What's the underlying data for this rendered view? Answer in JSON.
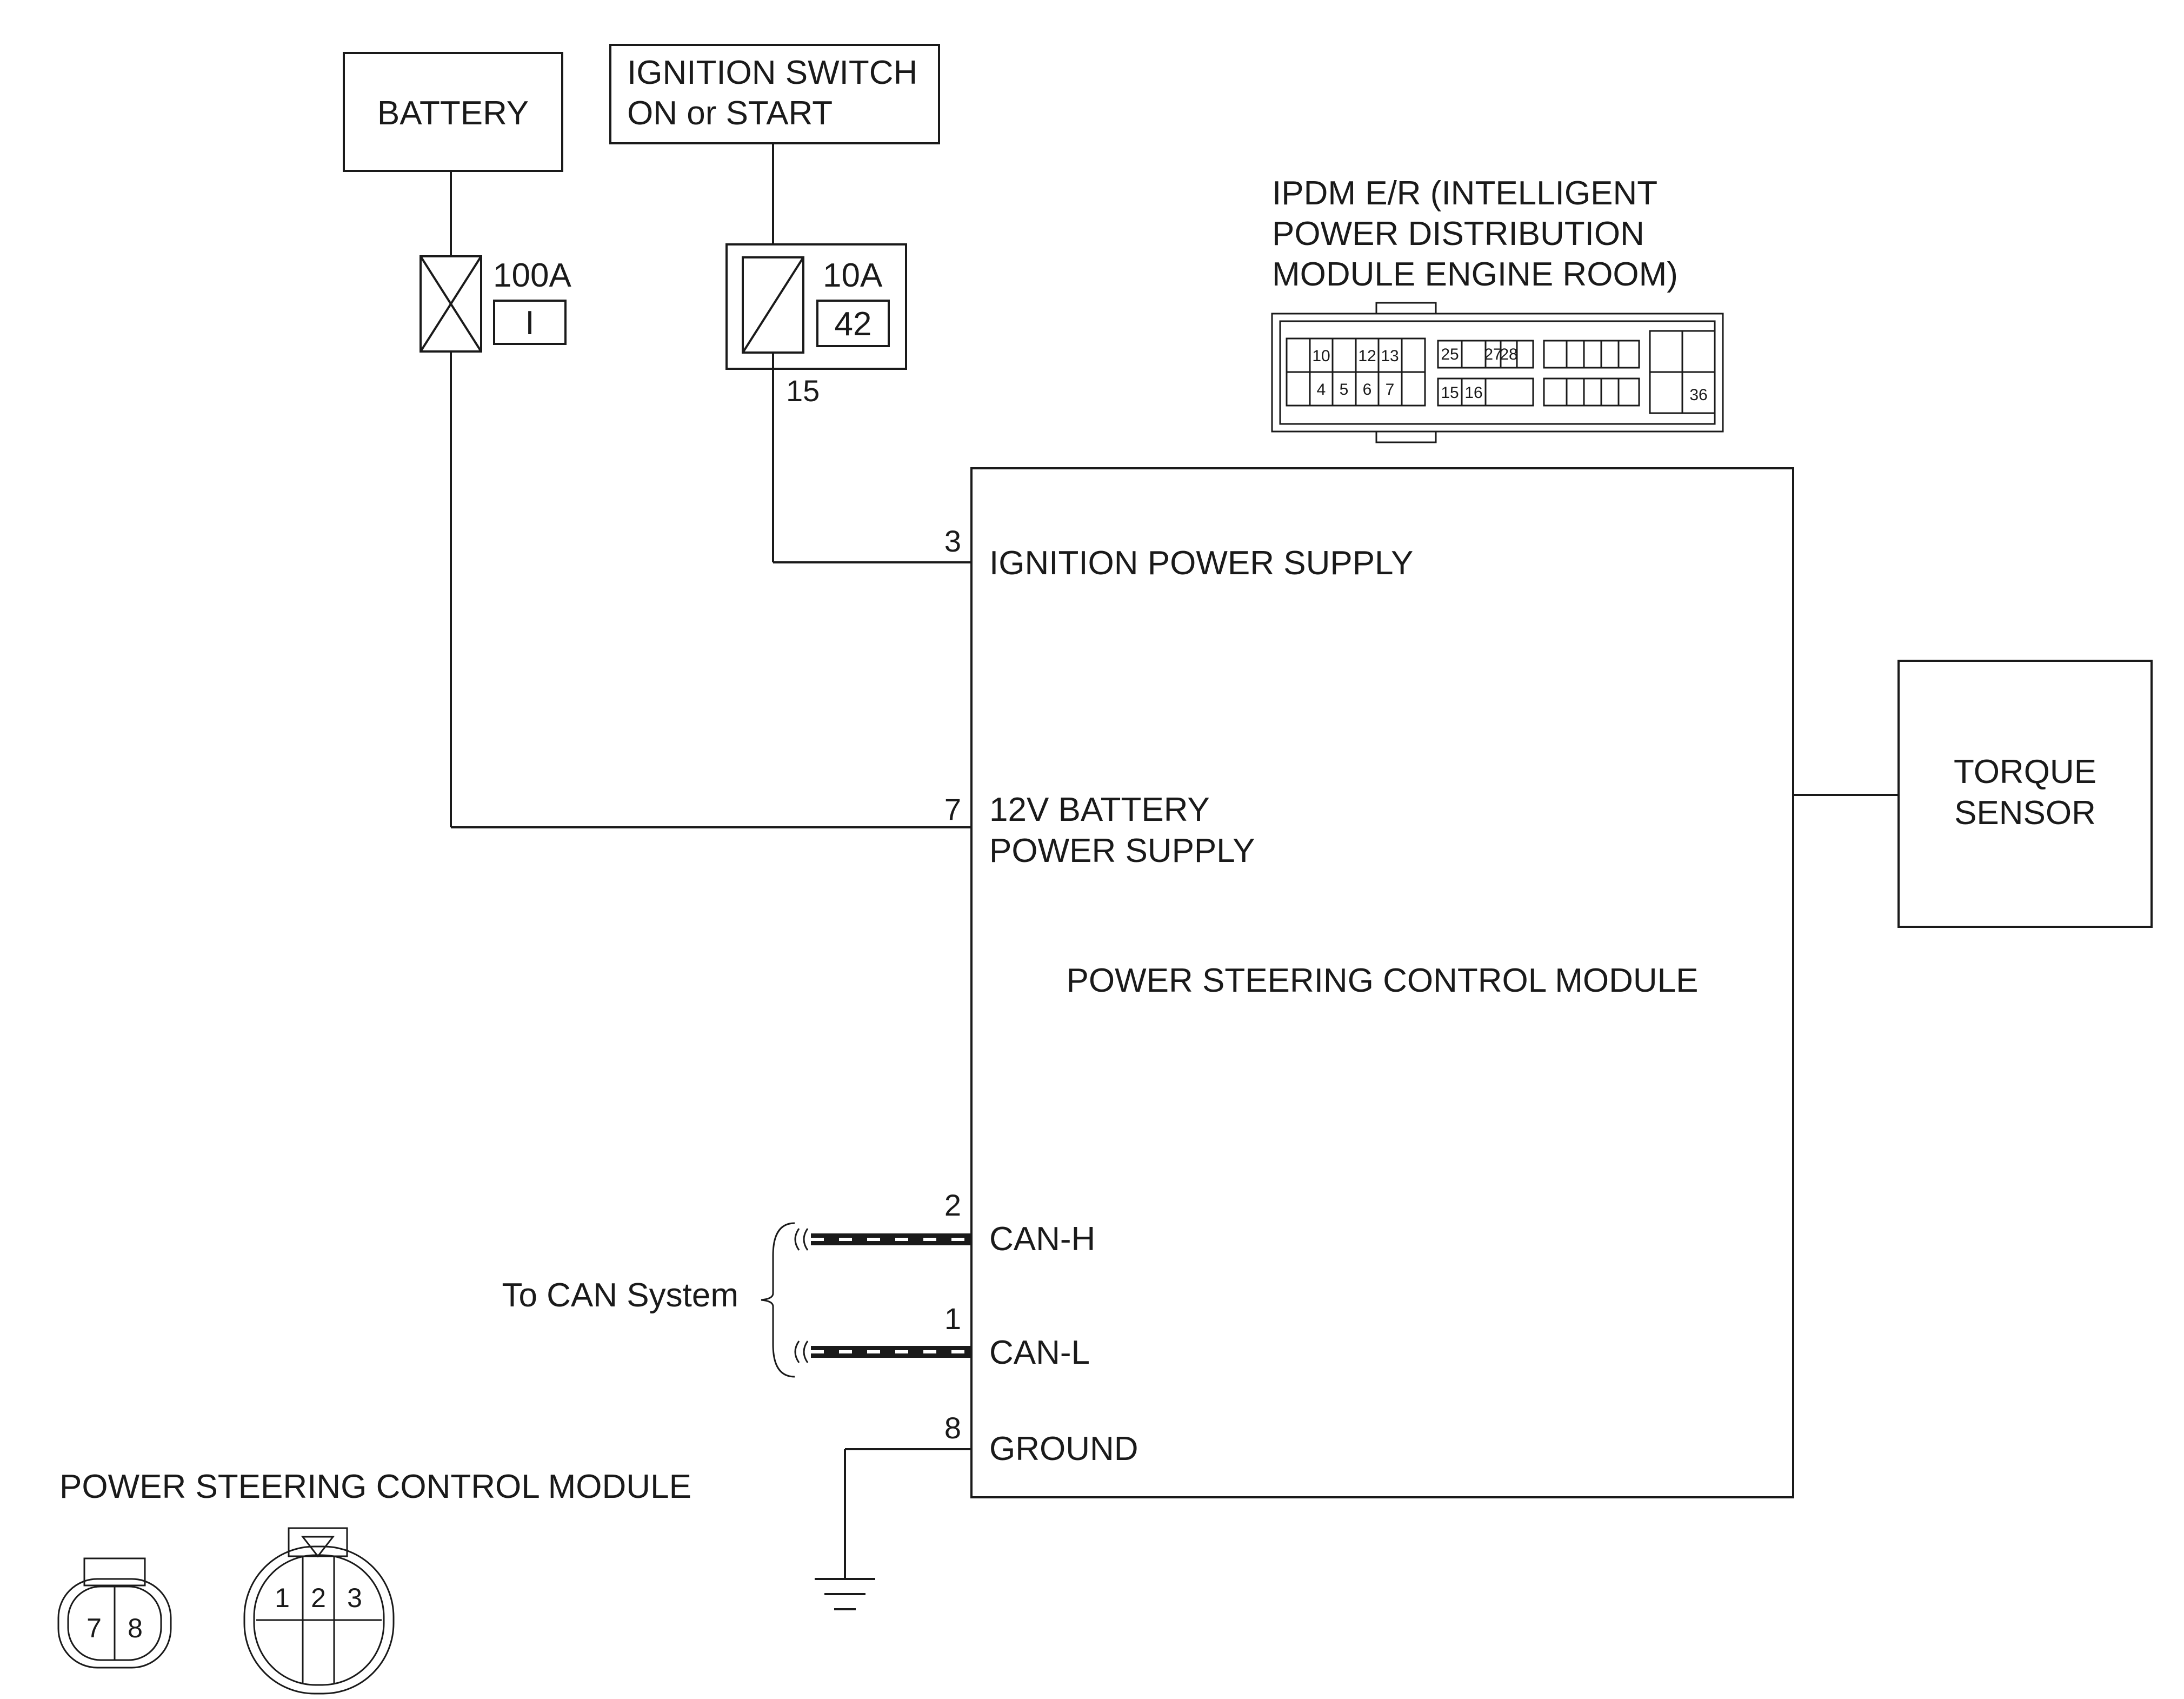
{
  "battery": {
    "label": "BATTERY"
  },
  "ignition": {
    "line1": "IGNITION SWITCH",
    "line2": "ON or START"
  },
  "fuse_battery": {
    "rating": "100A",
    "id": "I"
  },
  "fuse_ignition": {
    "rating": "10A",
    "id": "42",
    "terminal": "15"
  },
  "ipdm": {
    "line1": "IPDM E/R (INTELLIGENT",
    "line2": "POWER DISTRIBUTION",
    "line3": "MODULE ENGINE ROOM)",
    "pins": {
      "p10": "10",
      "p12": "12",
      "p13": "13",
      "p4": "4",
      "p5": "5",
      "p6": "6",
      "p7": "7",
      "p25": "25",
      "p27": "27",
      "p28": "28",
      "p15": "15",
      "p16": "16",
      "p36": "36"
    }
  },
  "module": {
    "title": "POWER STEERING CONTROL MODULE",
    "pins": {
      "ign_num": "3",
      "ign_label": "IGNITION POWER SUPPLY",
      "bat_num": "7",
      "bat_label1": "12V BATTERY",
      "bat_label2": "POWER SUPPLY",
      "canh_num": "2",
      "canh_label": "CAN-H",
      "canl_num": "1",
      "canl_label": "CAN-L",
      "gnd_num": "8",
      "gnd_label": "GROUND"
    }
  },
  "torque_sensor": {
    "line1": "TORQUE",
    "line2": "SENSOR"
  },
  "can_system": {
    "label": "To CAN System"
  },
  "connector_view": {
    "title": "POWER STEERING CONTROL MODULE",
    "conn_a": {
      "p7": "7",
      "p8": "8"
    },
    "conn_b": {
      "p1": "1",
      "p2": "2",
      "p3": "3"
    }
  }
}
